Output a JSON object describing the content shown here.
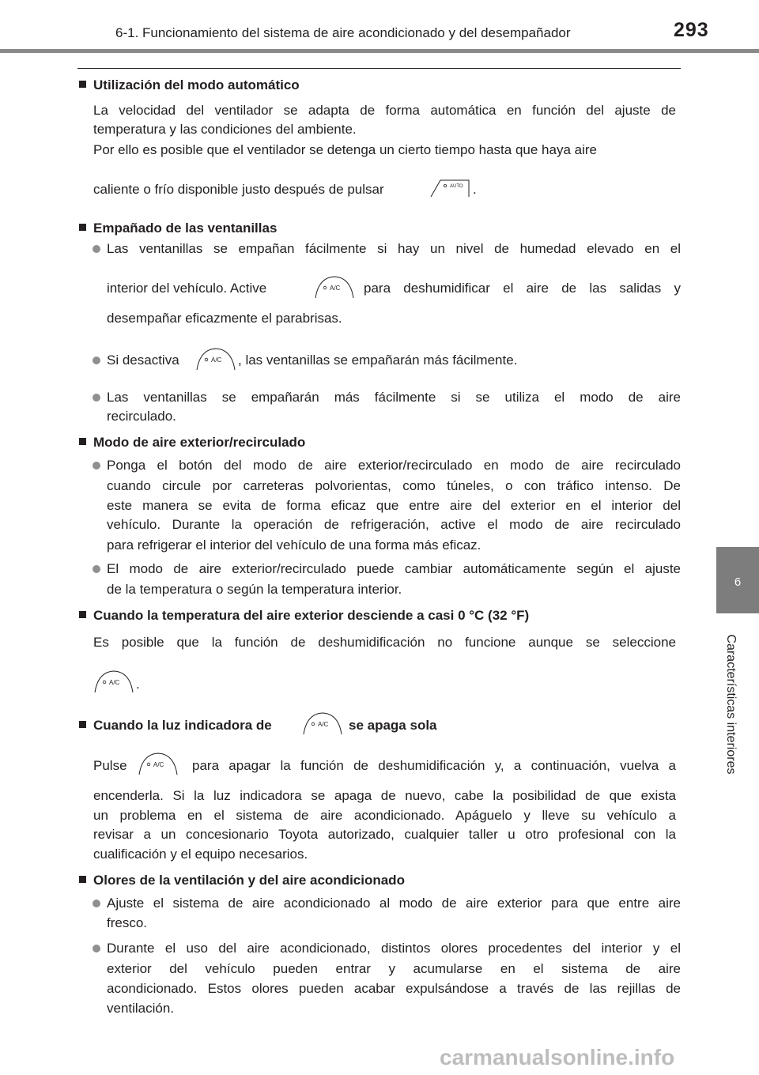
{
  "header": {
    "title": "6-1. Funcionamiento del sistema de aire acondicionado y del desempañador",
    "page_number": "293"
  },
  "side_tab": {
    "number": "6",
    "label": "Características interiores"
  },
  "buttons": {
    "auto_label": "AUTO",
    "ac_label": "A/C"
  },
  "s1": {
    "heading": "Utilización del modo automático",
    "l1": "La velocidad del ventilador se adapta de forma automática en función del ajuste de",
    "l2": "temperatura y las condiciones del ambiente.",
    "l3": "Por ello es posible que el ventilador se detenga un cierto tiempo hasta que haya aire",
    "l4": "caliente o frío disponible justo después de pulsar",
    "l4_end": "."
  },
  "s2": {
    "heading": "Empañado de las ventanillas",
    "b1_l1": "Las ventanillas se empañan fácilmente si hay un nivel de humedad elevado en el",
    "b1_l2a": "interior del vehículo. Active",
    "b1_l2b": "para deshumidificar el aire de las salidas y",
    "b1_l3": "desempañar eficazmente el parabrisas.",
    "b2_a": "Si desactiva",
    "b2_b": ", las ventanillas se empañarán más fácilmente.",
    "b3_l1": "Las ventanillas se empañarán más fácilmente si se utiliza el modo de aire",
    "b3_l2": "recirculado."
  },
  "s3": {
    "heading": "Modo de aire exterior/recirculado",
    "b1_l1": "Ponga el botón del modo de aire exterior/recirculado en modo de aire recirculado",
    "b1_l2": "cuando circule por carreteras polvorientas, como túneles, o con tráfico intenso. De",
    "b1_l3": "este manera se evita de forma eficaz que entre aire del exterior en el interior del",
    "b1_l4": "vehículo. Durante la operación de refrigeración, active el modo de aire recirculado",
    "b1_l5": "para refrigerar el interior del vehículo de una forma más eficaz.",
    "b2_l1": "El modo de aire exterior/recirculado puede cambiar automáticamente según el ajuste",
    "b2_l2": "de la temperatura o según la temperatura interior."
  },
  "s4": {
    "heading": "Cuando la temperatura del aire exterior desciende a casi 0 °C (32 °F)",
    "l1": "Es posible que la función de deshumidificación no funcione aunque se seleccione",
    "l2_end": "."
  },
  "s5": {
    "heading_a": "Cuando la luz indicadora de",
    "heading_b": "se apaga sola",
    "l1a": "Pulse",
    "l1b": "para apagar la función de deshumidificación y, a continuación, vuelva a",
    "l2": "encenderla. Si la luz indicadora se apaga de nuevo, cabe la posibilidad de que exista",
    "l3": "un problema en el sistema de aire acondicionado. Apáguelo y lleve su vehículo a",
    "l4": "revisar a un concesionario Toyota autorizado, cualquier taller u otro profesional con la",
    "l5": "cualificación y el equipo necesarios."
  },
  "s6": {
    "heading": "Olores de la ventilación y del aire acondicionado",
    "b1_l1": "Ajuste el sistema de aire acondicionado al modo de aire exterior para que entre aire",
    "b1_l2": "fresco.",
    "b2_l1": "Durante el uso del aire acondicionado, distintos olores procedentes del interior y el",
    "b2_l2": "exterior del vehículo pueden entrar y acumularse en el sistema de aire",
    "b2_l3": "acondicionado. Estos olores pueden acabar expulsándose a través de las rejillas de",
    "b2_l4": "ventilación."
  },
  "watermark": "carmanualsonline.info"
}
